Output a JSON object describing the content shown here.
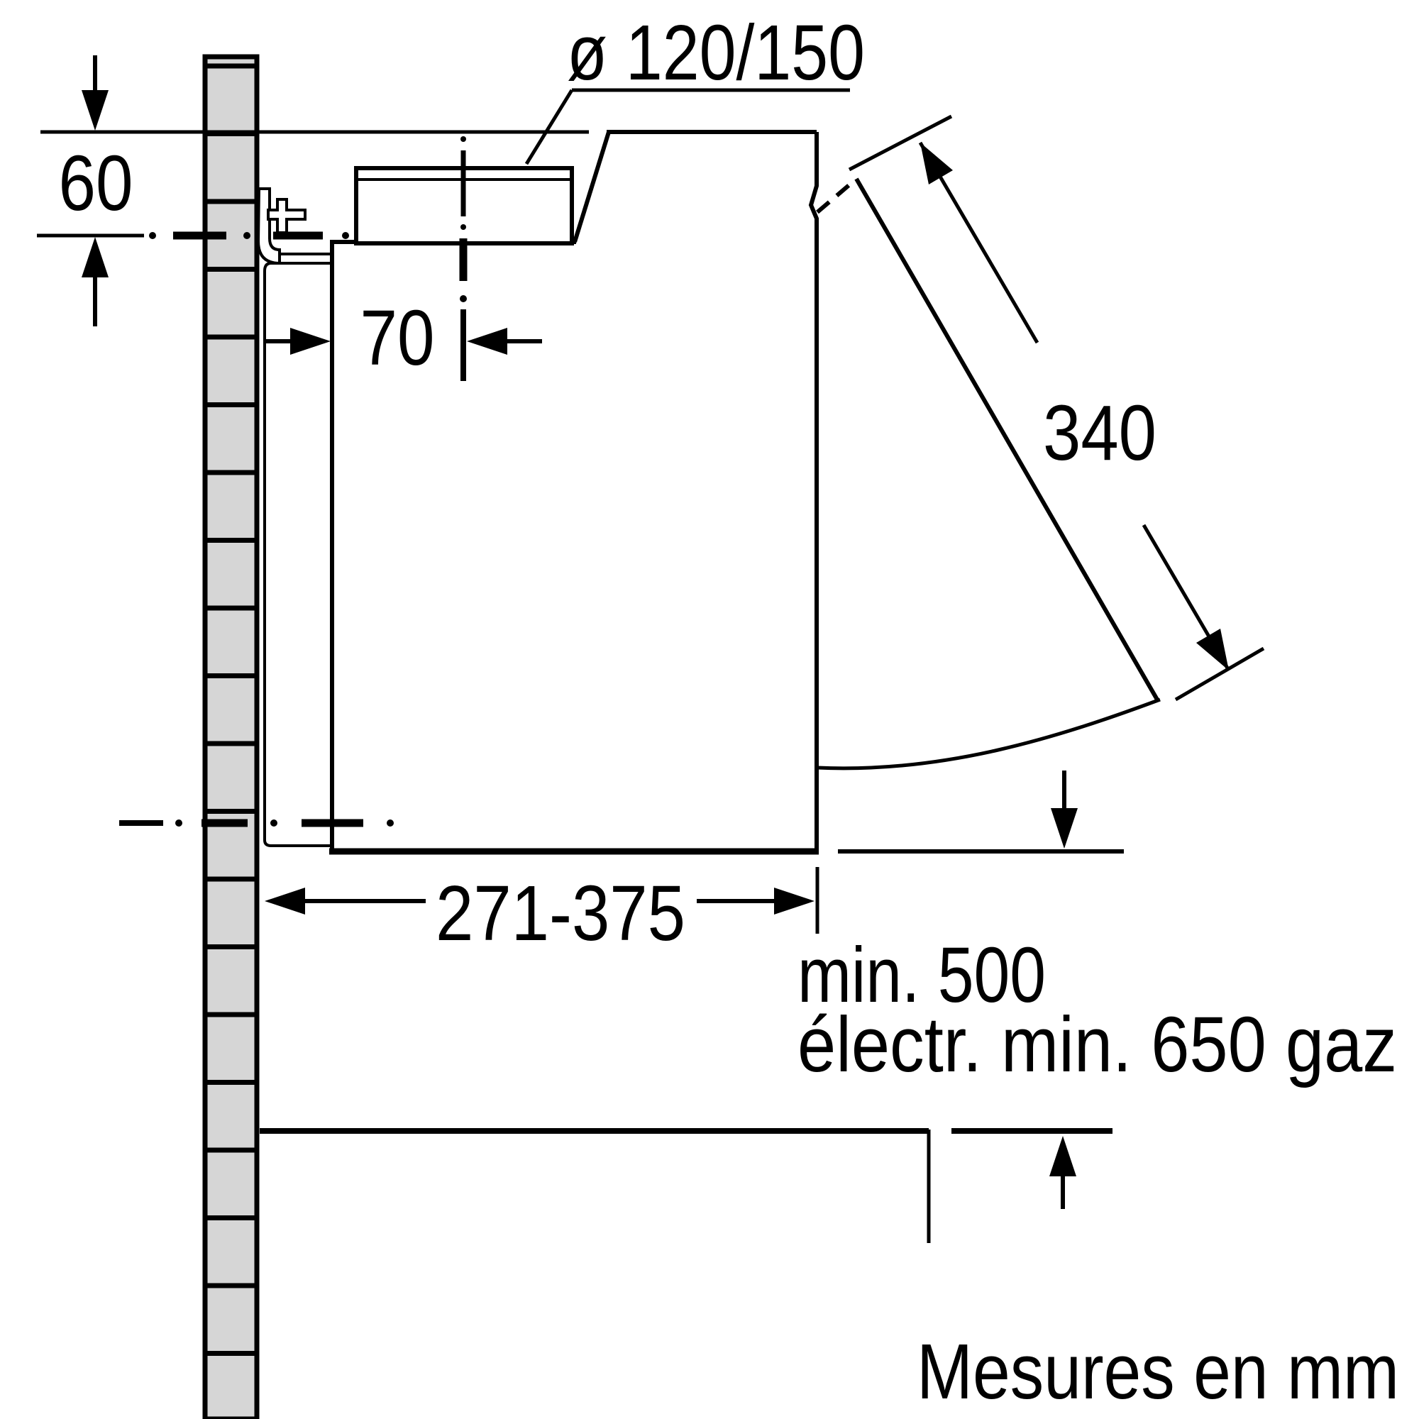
{
  "diagram": {
    "kind": "cooker-hood installation side-view drawing",
    "units_label": "Mesures en mm",
    "labels": {
      "duct_diameter": "ø 120/150",
      "top_offset": "60",
      "duct_center_offset": "70",
      "visor_length": "340",
      "hood_depth_range": "271-375",
      "clearance_line1": "min. 500",
      "clearance_line2": "électr. min. 650 gaz"
    },
    "dimensions_mm": [
      {
        "name": "duct-diameter",
        "value": "120/150"
      },
      {
        "name": "ceiling-line-to-mounting-datum",
        "value": "60"
      },
      {
        "name": "hood-back-to-duct-centre",
        "value": "70"
      },
      {
        "name": "visor-pull-out-length",
        "value": "340"
      },
      {
        "name": "hood-body-depth",
        "value": "271-375"
      },
      {
        "name": "min-clearance-electric-hob",
        "value": "500"
      },
      {
        "name": "min-clearance-gas-hob",
        "value": "650"
      }
    ],
    "colors": {
      "line": "#000000",
      "tile_fill": "#d6d6d6",
      "background": "#ffffff"
    }
  }
}
